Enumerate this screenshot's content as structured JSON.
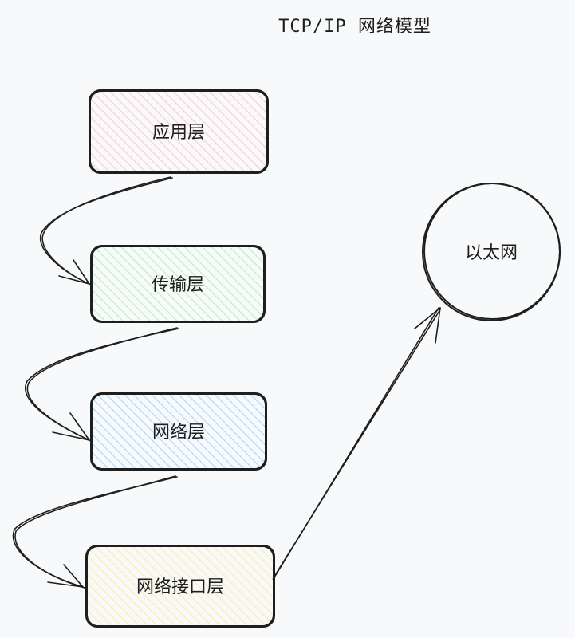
{
  "title": "TCP/IP 网络模型",
  "layers": [
    {
      "label": "应用层",
      "color": "#ffc9c9"
    },
    {
      "label": "传输层",
      "color": "#b2f2bb"
    },
    {
      "label": "网络层",
      "color": "#a5d8ff"
    },
    {
      "label": "网络接口层",
      "color": "#ffec99"
    }
  ],
  "network": {
    "label": "以太网"
  },
  "edges": [
    {
      "from": "应用层",
      "to": "传输层"
    },
    {
      "from": "传输层",
      "to": "网络层"
    },
    {
      "from": "网络层",
      "to": "网络接口层"
    },
    {
      "from": "网络接口层",
      "to": "以太网"
    }
  ],
  "colors": {
    "stroke": "#1e1e1e",
    "background": "#f8f9fa"
  }
}
